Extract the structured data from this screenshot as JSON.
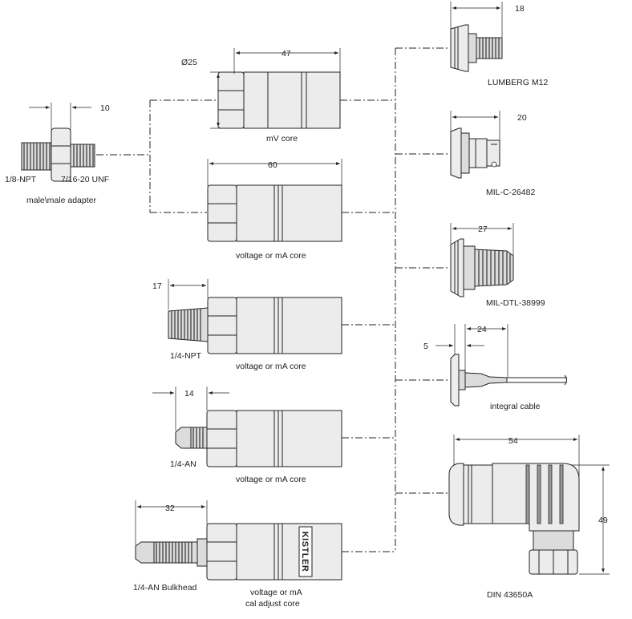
{
  "adapter": {
    "thread_left": "1/8-NPT",
    "thread_right": "7/16-20 UNF",
    "caption": "male\\male adapter",
    "dim": "10"
  },
  "cores": [
    {
      "caption": "mV core",
      "dim": "47",
      "dia": "Ø25"
    },
    {
      "caption": "voltage or mA core",
      "dim": "60"
    },
    {
      "caption": "voltage or mA core",
      "dim": "17",
      "thread": "1/4-NPT"
    },
    {
      "caption": "voltage or mA core",
      "dim": "14",
      "thread": "1/4-AN"
    },
    {
      "caption_line1": "voltage or mA",
      "caption_line2": "cal adjust core",
      "dim": "32",
      "thread": "1/4-AN Bulkhead",
      "brand": "KISTLER"
    }
  ],
  "connectors": [
    {
      "caption": "LUMBERG M12",
      "dim": "18"
    },
    {
      "caption": "MIL-C-26482",
      "dim": "20"
    },
    {
      "caption": "MIL-DTL-38999",
      "dim": "27"
    },
    {
      "caption": "integral cable",
      "dim_a": "5",
      "dim_b": "24"
    },
    {
      "caption": "DIN 43650A",
      "dim_w": "54",
      "dim_h": "49"
    }
  ]
}
